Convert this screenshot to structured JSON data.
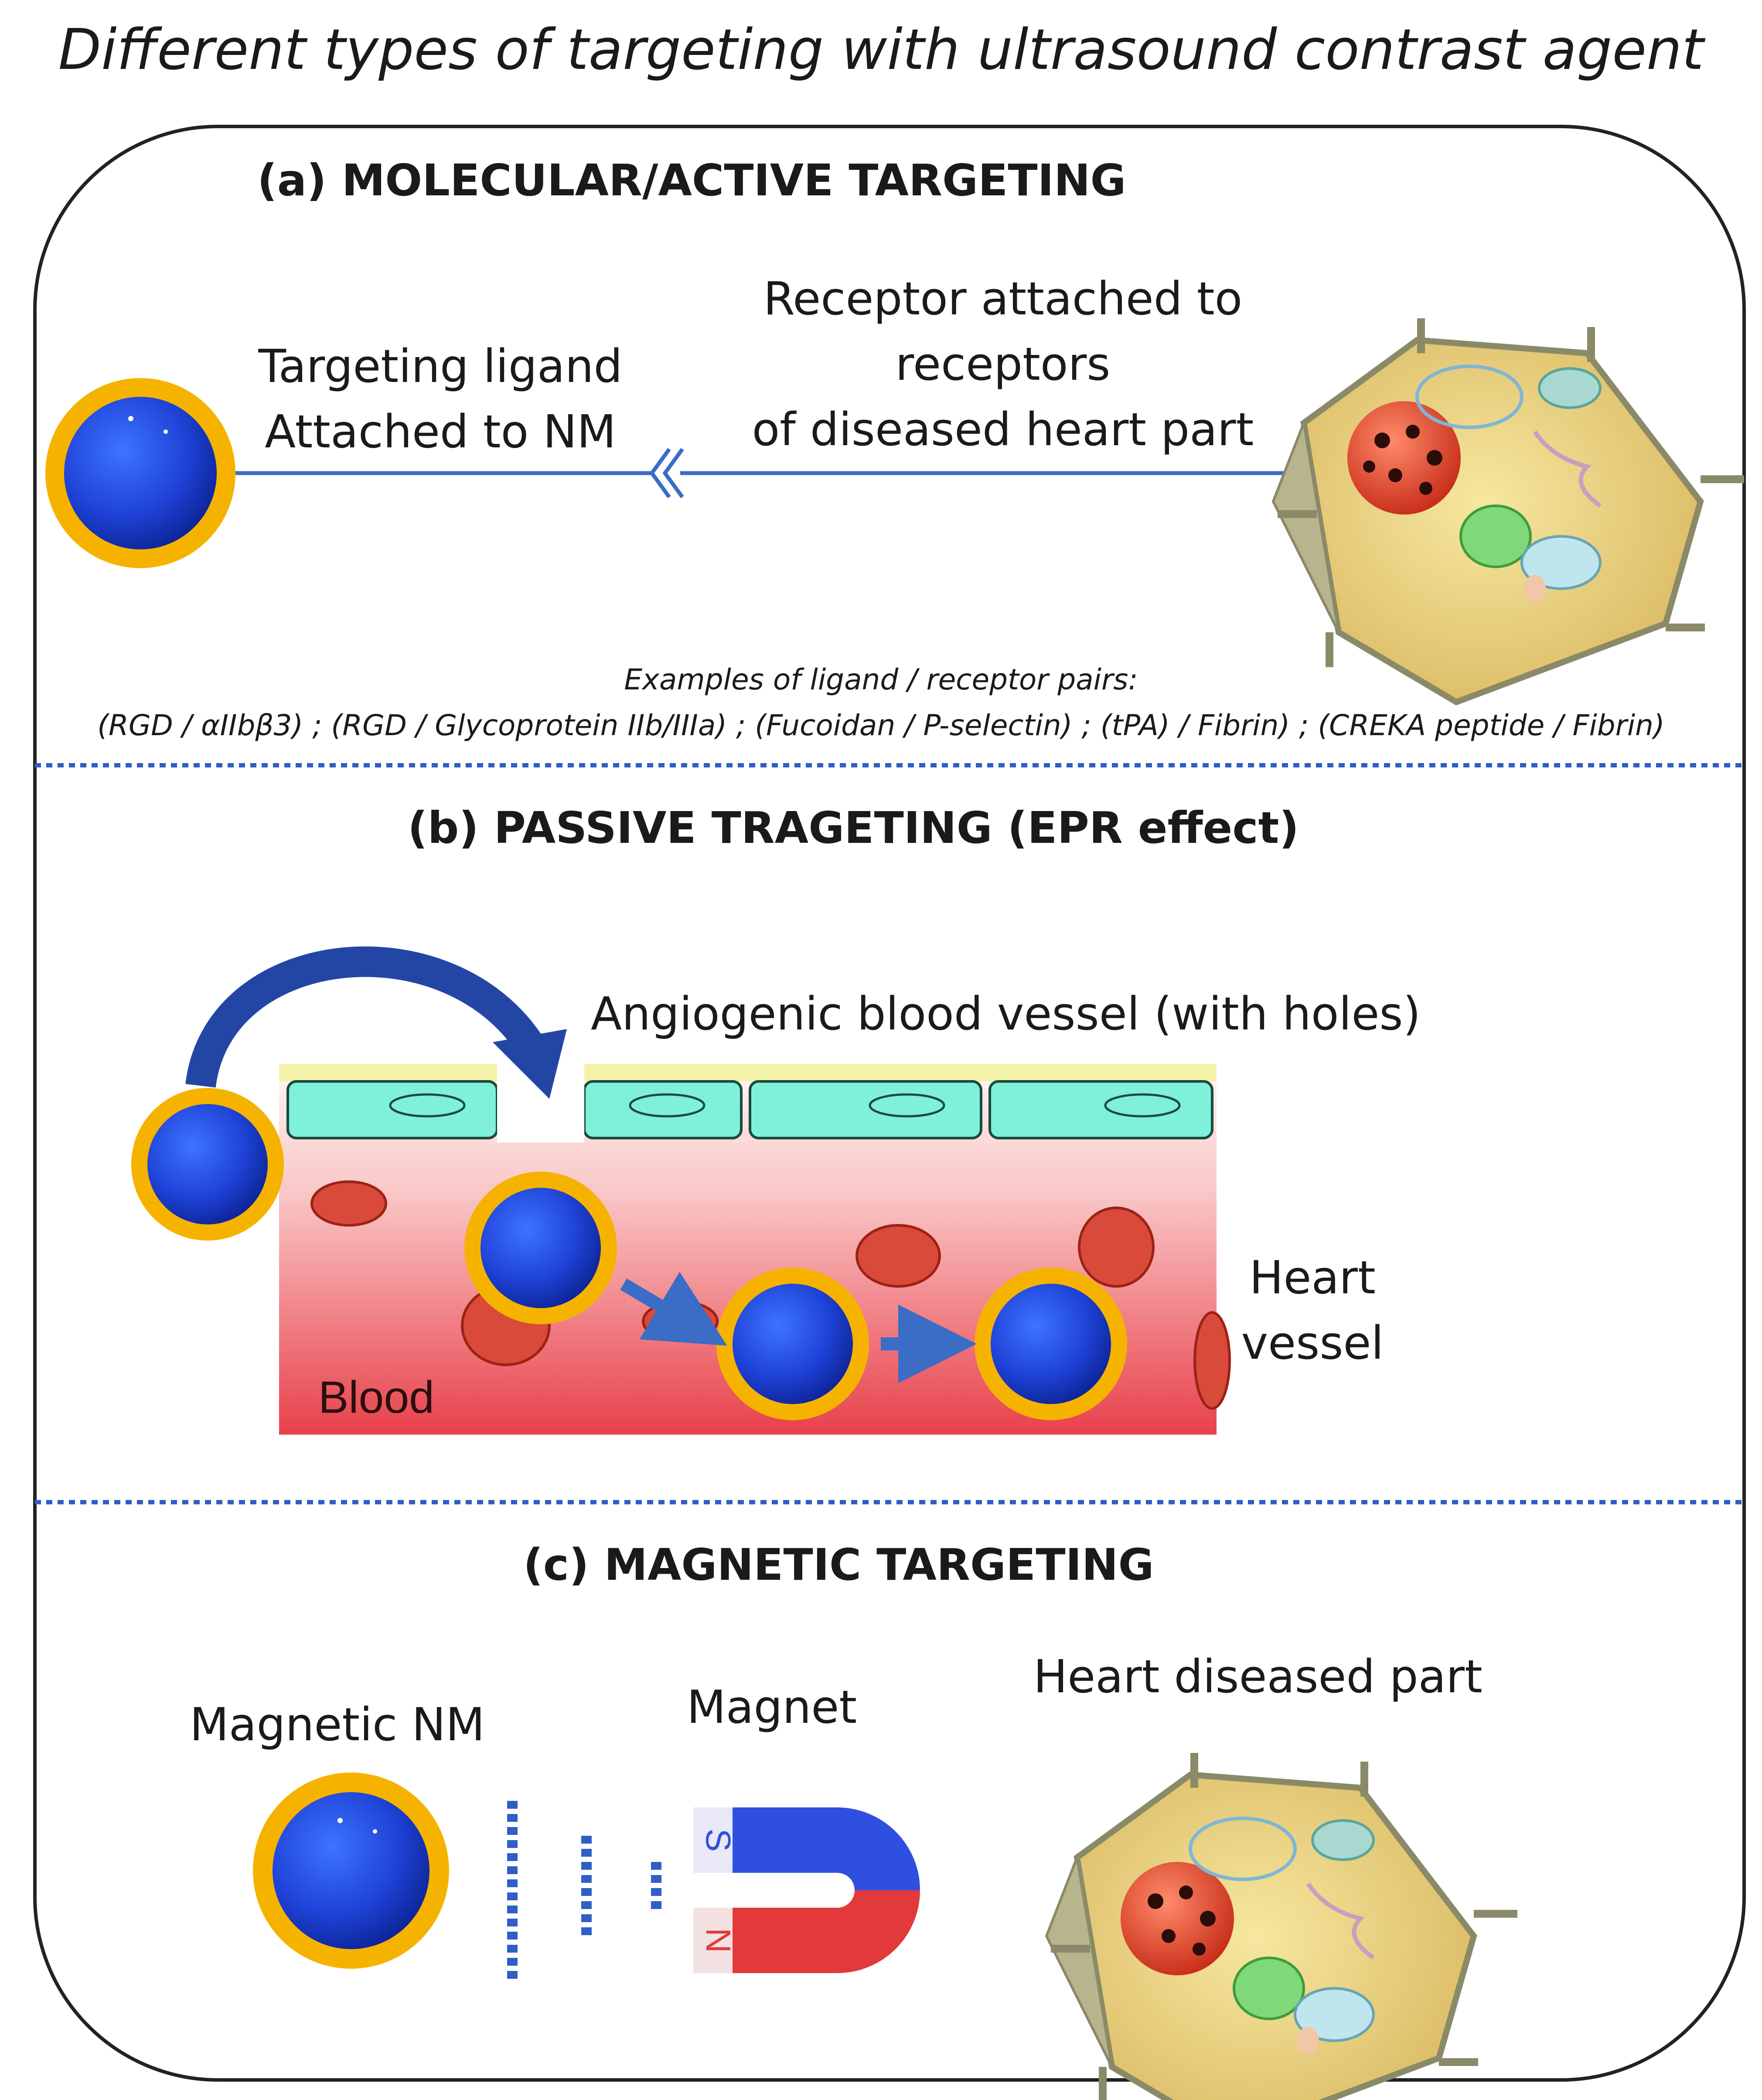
{
  "main_title": "Different types of targeting with ultrasound contrast agent",
  "panel_a": {
    "title": "(a) MOLECULAR/ACTIVE TARGETING",
    "ligand_label_line1": "Targeting ligand",
    "ligand_label_line2": "Attached to NM",
    "receptor_label_line1": "Receptor attached to",
    "receptor_label_line2": "receptors",
    "receptor_label_line3": "of diseased heart part",
    "examples_heading": "Examples of ligand / receptor pairs:",
    "examples_list": "(RGD / αIIbβ3) ; (RGD / Glycoprotein IIb/IIIa) ; (Fucoidan / P-selectin) ;  (tPA) / Fibrin) ; (CREKA peptide / Fibrin)"
  },
  "panel_b": {
    "title": "(b) PASSIVE TRAGETING (EPR effect)",
    "vessel_label": "Angiogenic blood vessel (with holes)",
    "blood_label": "Blood",
    "heart_label_line1": "Heart",
    "heart_label_line2": "vessel"
  },
  "panel_c": {
    "title": "(c) MAGNETIC TARGETING",
    "nm_label": "Magnetic NM",
    "magnet_label": "Magnet",
    "heart_label": "Heart diseased part",
    "pole_s": "S",
    "pole_n": "N"
  },
  "colors": {
    "nm_core": "#1f43d8",
    "nm_shell": "#f5b300",
    "divider": "#2f5fc4",
    "arrow": "#3b6cc6",
    "magnet_blue": "#2f4fe0",
    "magnet_red": "#e23a3a"
  }
}
